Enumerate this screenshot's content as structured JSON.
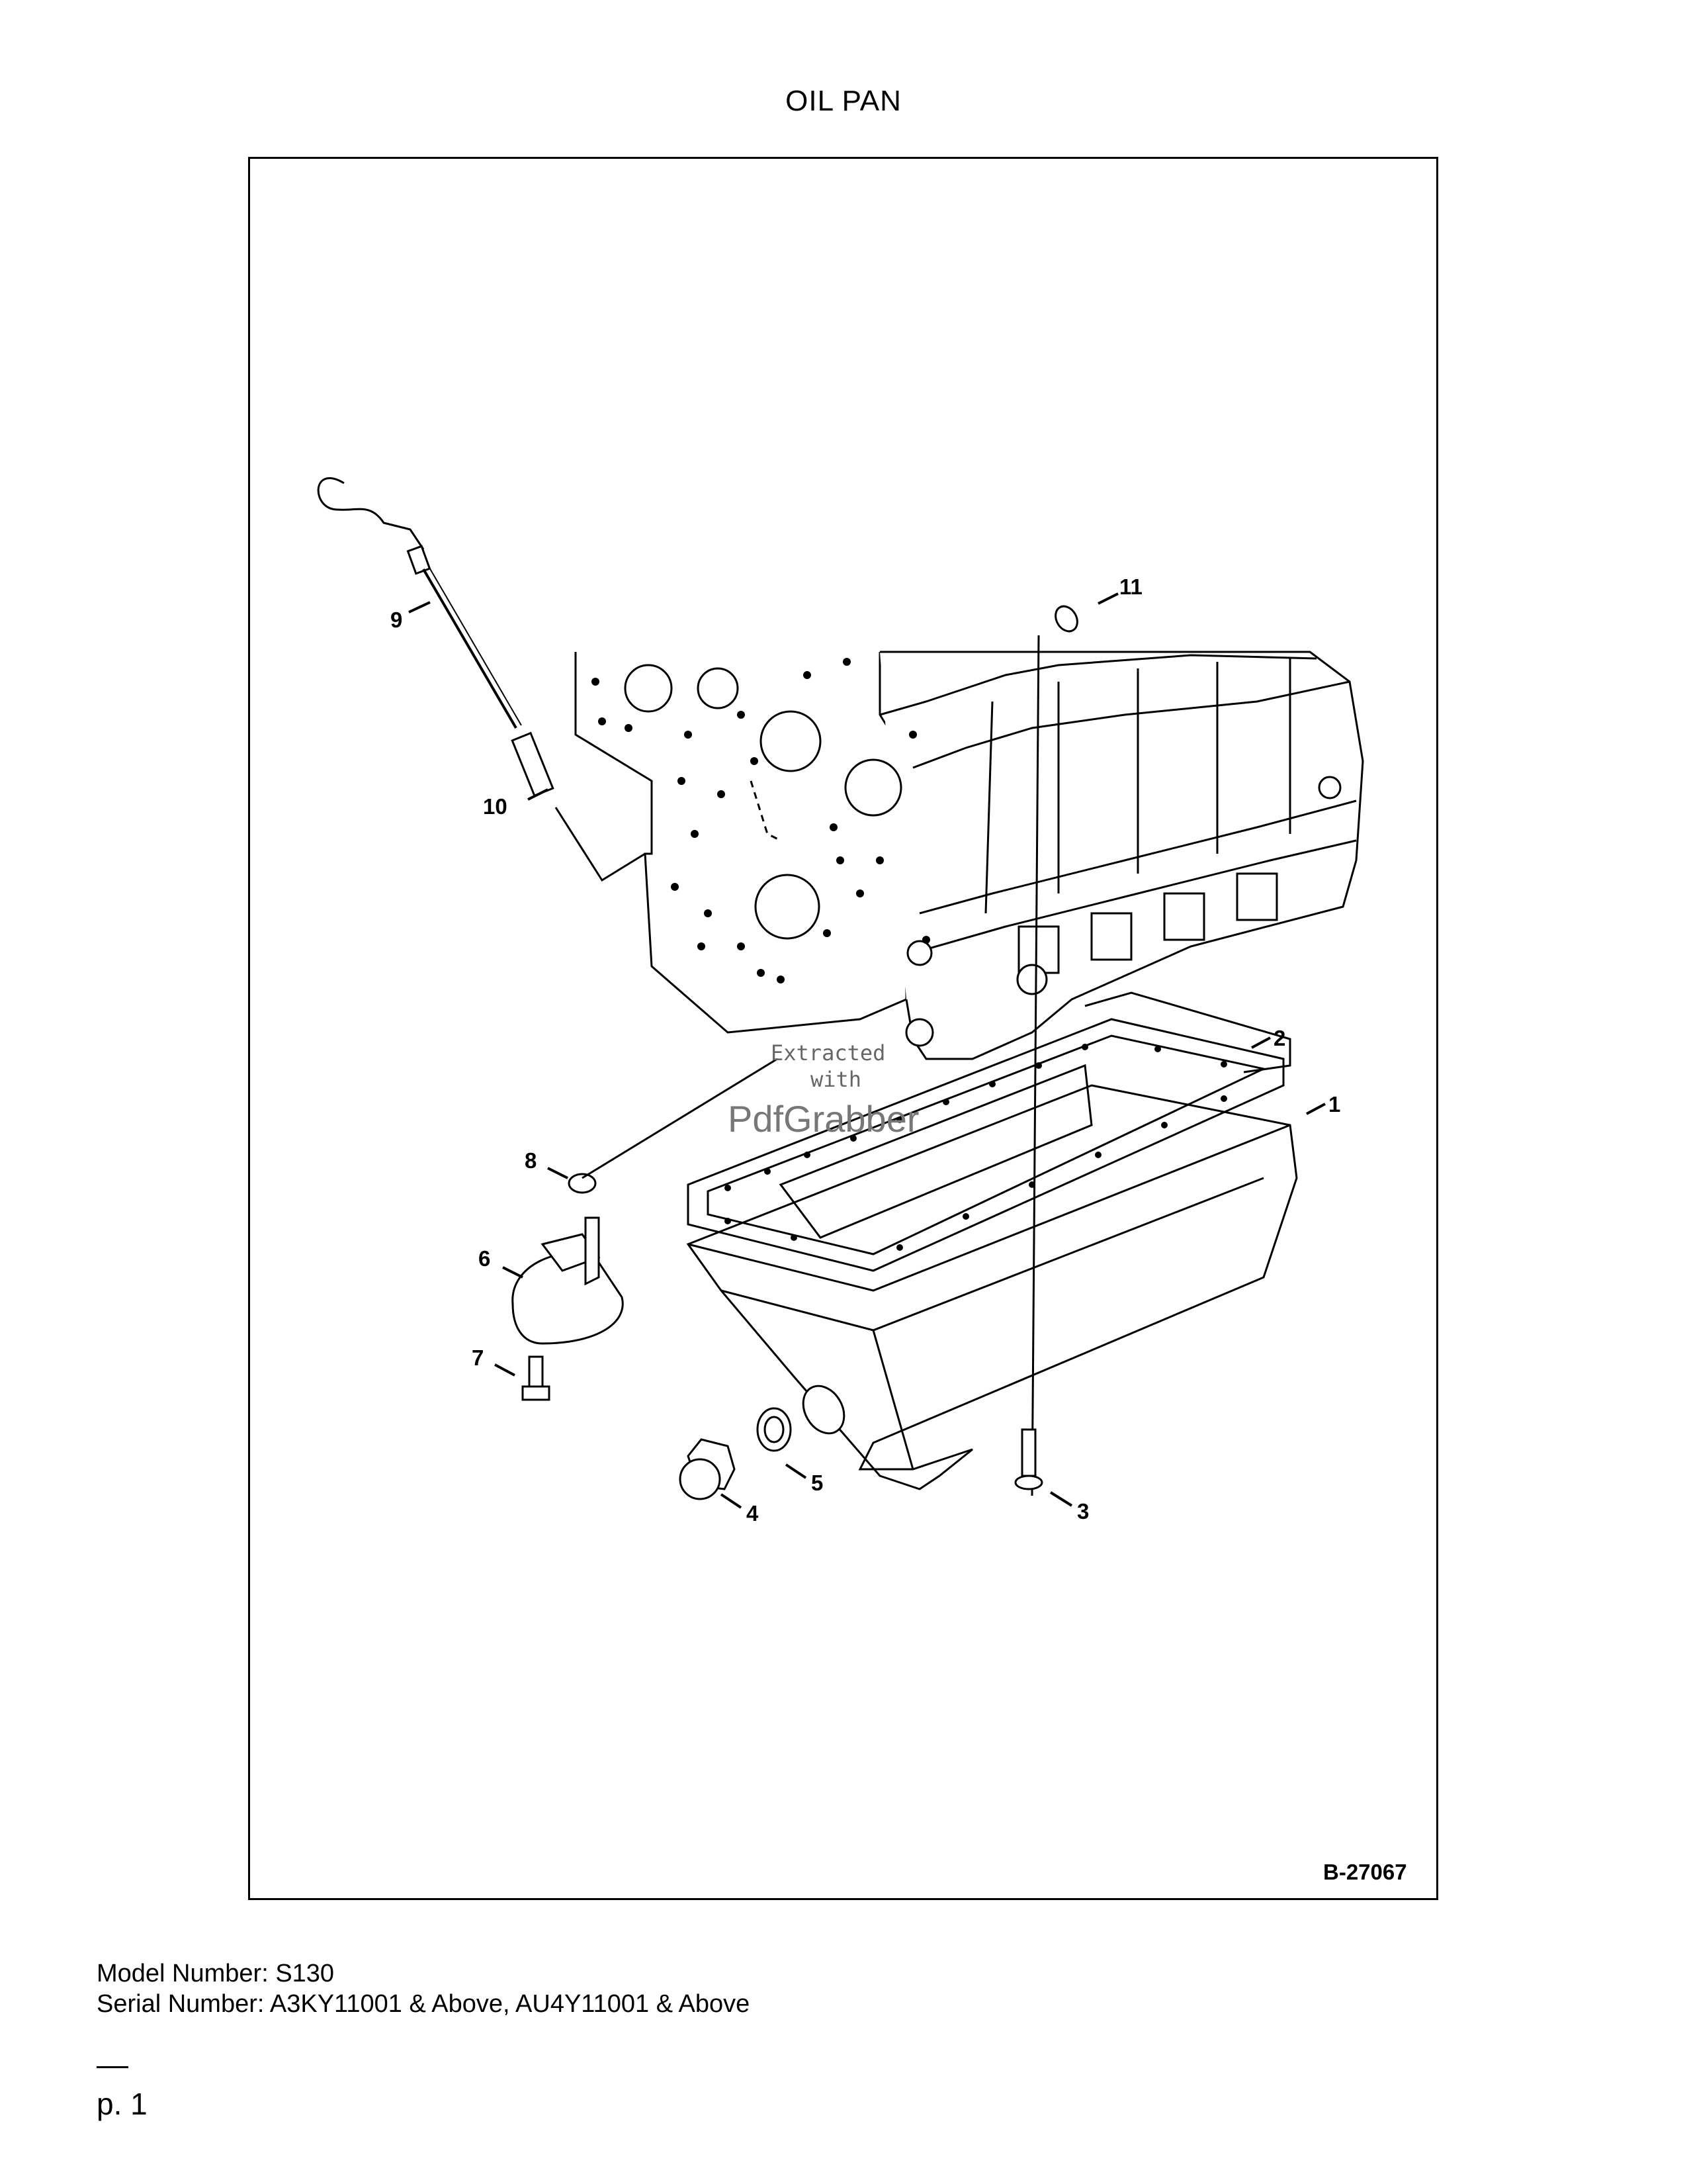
{
  "page": {
    "title": "OIL PAN",
    "figure_ref": "B-27067",
    "model_number": "Model Number: S130",
    "serial_number": "Serial Number: A3KY11001 & Above, AU4Y11001 & Above",
    "page_number": "p. 1"
  },
  "callouts": {
    "c1": "1",
    "c2": "2",
    "c3": "3",
    "c4": "4",
    "c5": "5",
    "c6": "6",
    "c7": "7",
    "c8": "8",
    "c9": "9",
    "c10": "10",
    "c11": "11"
  },
  "watermark": {
    "line1": "Extracted",
    "line2": "with",
    "line3": "PdfGrabber"
  }
}
